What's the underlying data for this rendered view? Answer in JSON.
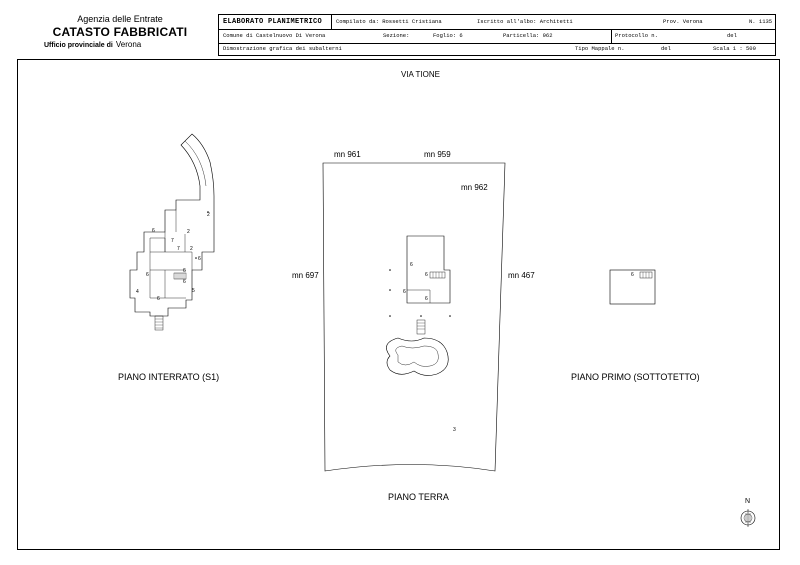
{
  "header": {
    "agency": "Agenzia delle Entrate",
    "catasto": "CATASTO FABBRICATI",
    "office_label": "Ufficio provinciale di",
    "office_city": "Verona"
  },
  "info_table": {
    "title": "ELABORATO PLANIMETRICO",
    "compilato": "Compilato da: Rossetti Cristiana",
    "iscritto": "Iscritto all'albo: Architetti",
    "prov": "Prov. Verona",
    "numero": "N. 1135",
    "comune": "Comune di Castelnuovo Di Verona",
    "sezione": "Sezione:",
    "foglio": "Foglio: 6",
    "particella": "Particella: 962",
    "protocollo": "Protocollo n.",
    "del1": "del",
    "dimostrazione": "Dimostrazione grafica dei subalterni",
    "tipo_mappale": "Tipo Mappale n.",
    "del2": "del",
    "scala": "Scala 1 : 500"
  },
  "plan": {
    "street": "VIA TIONE",
    "neighbors": {
      "mn961": "mn 961",
      "mn959": "mn 959",
      "mn962": "mn 962",
      "mn697": "mn 697",
      "mn467": "mn 467"
    },
    "floors": {
      "interrato": "PIANO INTERRATO (S1)",
      "terra": "PIANO TERRA",
      "primo": "PIANO PRIMO (SOTTOTETTO)"
    },
    "sub_numbers": {
      "s1_2a": "2",
      "s1_2b": "2",
      "s1_7a": "7",
      "s1_7b": "7",
      "s1_2c": "2",
      "s1_6a": "6",
      "s1_6b": "6",
      "s1_6c": "6",
      "s1_6d": "6",
      "s1_6e": "6",
      "s1_6f": "6",
      "s1_4": "4",
      "s1_5": "5",
      "pt_6a": "6",
      "pt_6b": "6",
      "pt_6c": "6",
      "pt_6d": "6",
      "pt_3": "3",
      "pp_6": "6"
    },
    "north": "N"
  }
}
